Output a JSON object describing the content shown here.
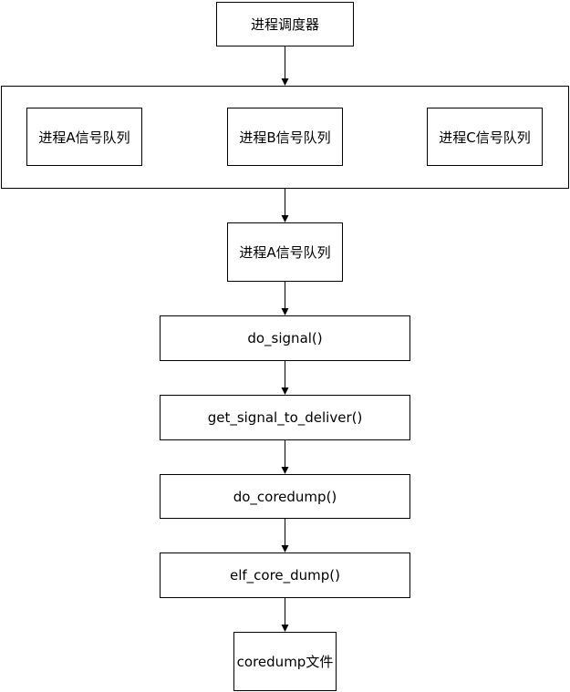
{
  "nodes": {
    "scheduler": "进程调度器",
    "queue_a": "进程A信号队列",
    "queue_b": "进程B信号队列",
    "queue_c": "进程C信号队列",
    "selected_queue": "进程A信号队列",
    "do_signal": "do_signal()",
    "get_signal_to_deliver": "get_signal_to_deliver()",
    "do_coredump": "do_coredump()",
    "elf_core_dump": "elf_core_dump()",
    "coredump_file": "coredump文件"
  }
}
